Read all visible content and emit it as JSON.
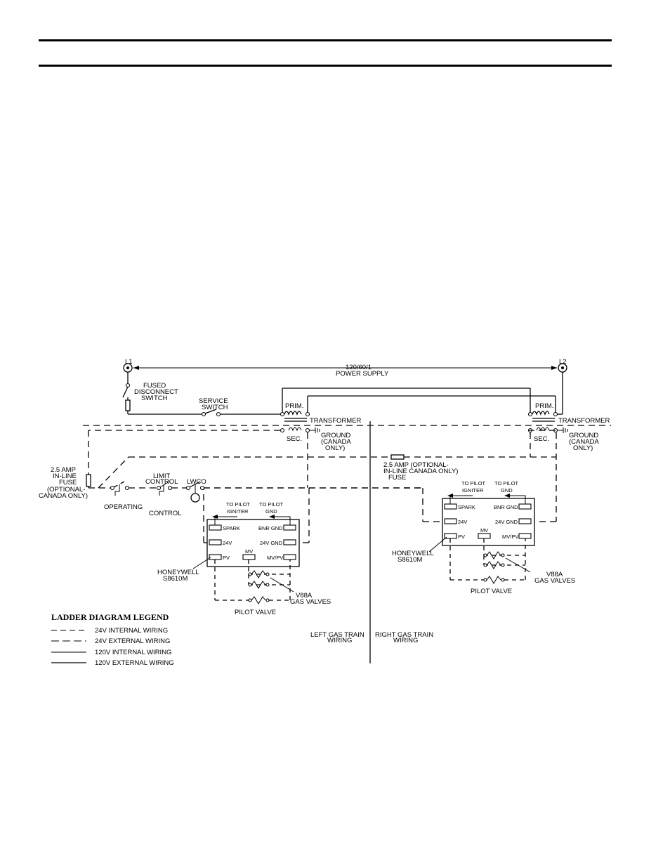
{
  "labels": {
    "l1": "L1",
    "l2": "L2",
    "power_line1": "120/60/1",
    "power_line2": "POWER SUPPLY",
    "fused_line1": "FUSED",
    "fused_line2": "DISCONNECT",
    "fused_line3": "SWITCH",
    "service_line1": "SERVICE",
    "service_line2": "SWITCH",
    "prim": "PRIM.",
    "transformer": "TRANSFORMER",
    "sec": "SEC.",
    "ground_line1": "GROUND",
    "ground_line2": "(CANADA",
    "ground_line3": "ONLY)",
    "left_fuse_line1": "2.5 AMP",
    "left_fuse_line2": "IN-LINE",
    "left_fuse_line3": "FUSE",
    "left_fuse_line4": "(OPTIONAL-",
    "left_fuse_line5": "CANADA ONLY)",
    "right_fuse_line1": "2.5 AMP  (OPTIONAL-",
    "right_fuse_line2": "IN-LINE   CANADA ONLY)",
    "right_fuse_line3": "FUSE",
    "operating": "OPERATING",
    "limit_line1": "LIMIT",
    "limit_line2": "CONTROL",
    "control": "CONTROL",
    "lwco": "LWCO",
    "to_pilot_igniter_line1": "TO PILOT",
    "to_pilot_igniter_line2": "IGNITER",
    "to_pilot_gnd_line1": "TO PILOT",
    "to_pilot_gnd_line2": "GND",
    "spark": "SPARK",
    "bnr_gnd": "BNR GND",
    "v24": "24V",
    "v24_gnd": "24V GND",
    "pv": "PV",
    "mv": "MV",
    "mv_pv": "MV/PV",
    "honeywell_line1": "HONEYWELL",
    "honeywell_line2": "S8610M",
    "v88a_line1": "V88A",
    "v88a_line2": "GAS VALVES",
    "pilot_valve": "PILOT VALVE",
    "left_train_line1": "LEFT GAS TRAIN",
    "left_train_line2": "WIRING",
    "right_train_line1": "RIGHT GAS TRAIN",
    "right_train_line2": "WIRING"
  },
  "legend": {
    "title": "LADDER DIAGRAM LEGEND",
    "items": [
      "24V INTERNAL WIRING",
      "24V EXTERNAL WIRING",
      "120V INTERNAL WIRING",
      "120V EXTERNAL WIRING"
    ]
  }
}
